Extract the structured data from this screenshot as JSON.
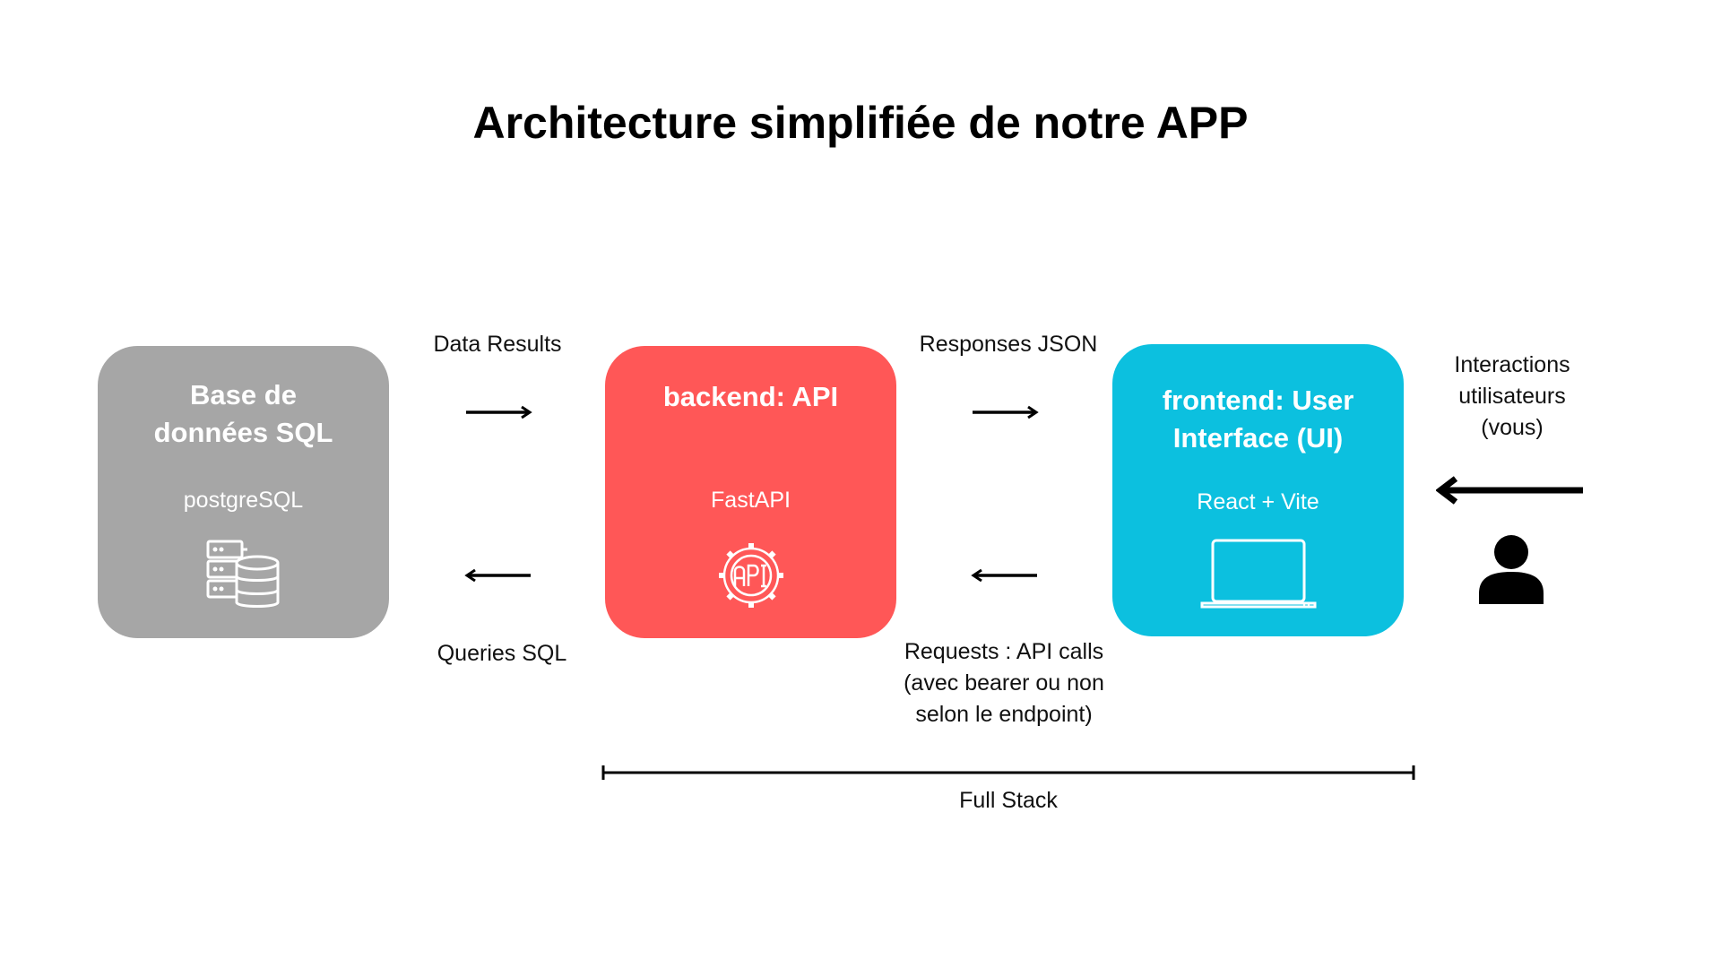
{
  "title": "Architecture simplifiée de notre APP",
  "colors": {
    "database": "#a6a6a6",
    "backend": "#ff5757",
    "frontend": "#0cc0df",
    "text": "#111111",
    "box_text": "#ffffff"
  },
  "nodes": {
    "database": {
      "title_line1": "Base de",
      "title_line2": "données SQL",
      "subtitle": "postgreSQL",
      "icon": "database-server-icon"
    },
    "backend": {
      "title": "backend: API",
      "subtitle": "FastAPI",
      "icon": "api-gear-icon"
    },
    "frontend": {
      "title_line1": "frontend: User",
      "title_line2": "Interface (UI)",
      "subtitle": "React + Vite",
      "icon": "laptop-icon"
    },
    "user": {
      "label_line1": "Interactions",
      "label_line2": "utilisateurs",
      "label_line3": "(vous)",
      "icon": "person-icon"
    }
  },
  "edges": {
    "db_to_api": "Data Results",
    "api_to_db": "Queries SQL",
    "api_to_ui": "Responses JSON",
    "ui_to_api_line1": "Requests : API calls",
    "ui_to_api_line2": "(avec bearer ou non",
    "ui_to_api_line3": "selon le endpoint)"
  },
  "span": {
    "label": "Full Stack"
  }
}
